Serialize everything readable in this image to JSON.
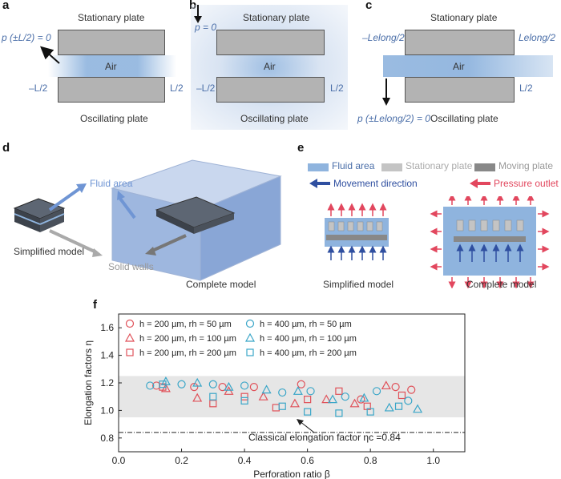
{
  "panels": {
    "a": {
      "letter": "a",
      "top_label": "Stationary plate",
      "bottom_label": "Oscillating plate",
      "air_label": "Air",
      "left_bc": "p (±L/2) = 0",
      "left_pos": "–L/2",
      "right_pos": "L/2"
    },
    "b": {
      "letter": "b",
      "top_label": "Stationary plate",
      "bottom_label": "Oscillating plate",
      "air_label": "Air",
      "bc": "p = 0",
      "left_pos": "–L/2",
      "right_pos": "L/2"
    },
    "c": {
      "letter": "c",
      "top_label": "Stationary plate",
      "bottom_label": "Oscillating plate",
      "air_label": "Air",
      "left_elong": "–Lelong/2",
      "right_elong": "Lelong/2",
      "right_pos": "L/2",
      "bc": "p (±Lelong/2) = 0"
    },
    "d": {
      "letter": "d",
      "fluid_area": "Fluid area",
      "simplified": "Simplified model",
      "solid_walls": "Solid walls",
      "complete": "Complete model"
    },
    "e": {
      "letter": "e",
      "legend": {
        "fluid_area": "Fluid area",
        "stationary_plate": "Stationary plate",
        "moving_plate": "Moving plate",
        "movement_direction": "Movement direction",
        "pressure_outlet": "Pressure outlet"
      },
      "simplified": "Simplified model",
      "complete": "Complete model"
    },
    "f": {
      "letter": "f"
    }
  },
  "colors": {
    "red": "#e0525a",
    "blue": "#3aa6c8",
    "air_blue": "#8fb4de",
    "plate_gray": "#b3b3b3",
    "band_gray": "#e6e6e6",
    "arrow_blue": "#2f4fa0",
    "arrow_red": "#e2475e"
  },
  "chart_data": {
    "type": "scatter",
    "xlabel": "Perforation ratio β",
    "ylabel": "Elongation factors η",
    "xlim": [
      0.0,
      1.1
    ],
    "ylim": [
      0.7,
      1.7
    ],
    "xticks": [
      "0.0",
      "0.2",
      "0.4",
      "0.6",
      "0.8",
      "1.0"
    ],
    "yticks": [
      "0.8",
      "1.0",
      "1.2",
      "1.4",
      "1.6"
    ],
    "band": [
      0.95,
      1.25
    ],
    "reference_line": {
      "y": 0.84,
      "label": "Classical elongation factor ηc =0.84"
    },
    "series": [
      {
        "name": "h = 200 µm, rh = 50 µm",
        "marker": "circle",
        "color": "red",
        "x": [
          0.12,
          0.24,
          0.33,
          0.43,
          0.58,
          0.77,
          0.88,
          0.93
        ],
        "y": [
          1.18,
          1.17,
          1.17,
          1.17,
          1.19,
          1.08,
          1.17,
          1.15
        ]
      },
      {
        "name": "h = 200 µm, rh = 100 µm",
        "marker": "triangle",
        "color": "red",
        "x": [
          0.15,
          0.25,
          0.35,
          0.46,
          0.56,
          0.66,
          0.75,
          0.85
        ],
        "y": [
          1.16,
          1.09,
          1.14,
          1.1,
          1.05,
          1.08,
          1.05,
          1.18
        ]
      },
      {
        "name": "h = 200 µm, rh = 200 µm",
        "marker": "square",
        "color": "red",
        "x": [
          0.14,
          0.3,
          0.4,
          0.5,
          0.6,
          0.7,
          0.79,
          0.9
        ],
        "y": [
          1.17,
          1.05,
          1.1,
          1.02,
          1.08,
          1.14,
          1.03,
          1.11
        ]
      },
      {
        "name": "h = 400 µm, rh = 50 µm",
        "marker": "circle",
        "color": "blue",
        "x": [
          0.1,
          0.2,
          0.3,
          0.4,
          0.52,
          0.61,
          0.72,
          0.82,
          0.92
        ],
        "y": [
          1.18,
          1.19,
          1.19,
          1.18,
          1.13,
          1.14,
          1.1,
          1.14,
          1.07
        ]
      },
      {
        "name": "h = 400 µm, rh = 100 µm",
        "marker": "triangle",
        "color": "blue",
        "x": [
          0.15,
          0.25,
          0.35,
          0.47,
          0.57,
          0.68,
          0.78,
          0.86,
          0.95
        ],
        "y": [
          1.21,
          1.2,
          1.17,
          1.15,
          1.14,
          1.08,
          1.09,
          1.02,
          1.01
        ]
      },
      {
        "name": "h = 400 µm, rh = 200 µm",
        "marker": "square",
        "color": "blue",
        "x": [
          0.14,
          0.3,
          0.4,
          0.52,
          0.6,
          0.7,
          0.8,
          0.89
        ],
        "y": [
          1.19,
          1.1,
          1.07,
          1.03,
          0.99,
          0.98,
          0.99,
          1.03
        ]
      }
    ]
  }
}
